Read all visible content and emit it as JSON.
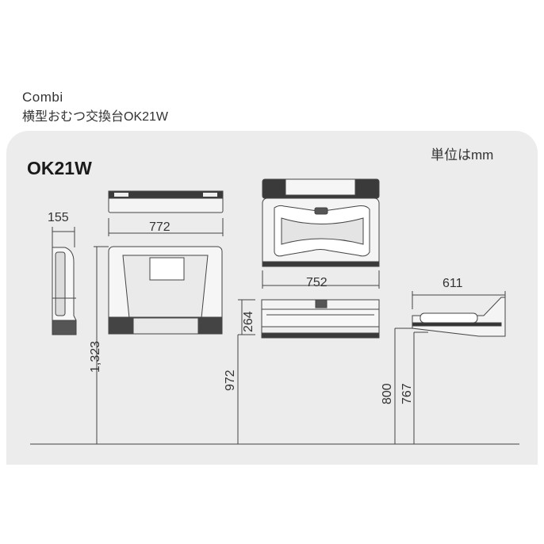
{
  "header": {
    "brand": "Combi",
    "product_name": "横型おむつ交換台OK21W"
  },
  "panel": {
    "model": "OK21W",
    "unit_label": "単位はmm"
  },
  "dimensions": {
    "side_depth": "155",
    "front_width_top": "772",
    "total_height": "1,323",
    "open_width": "752",
    "open_depth_offset": "264",
    "mount_height": "972",
    "side_open_depth": "611",
    "table_height_outer": "800",
    "table_height_inner": "767"
  }
}
